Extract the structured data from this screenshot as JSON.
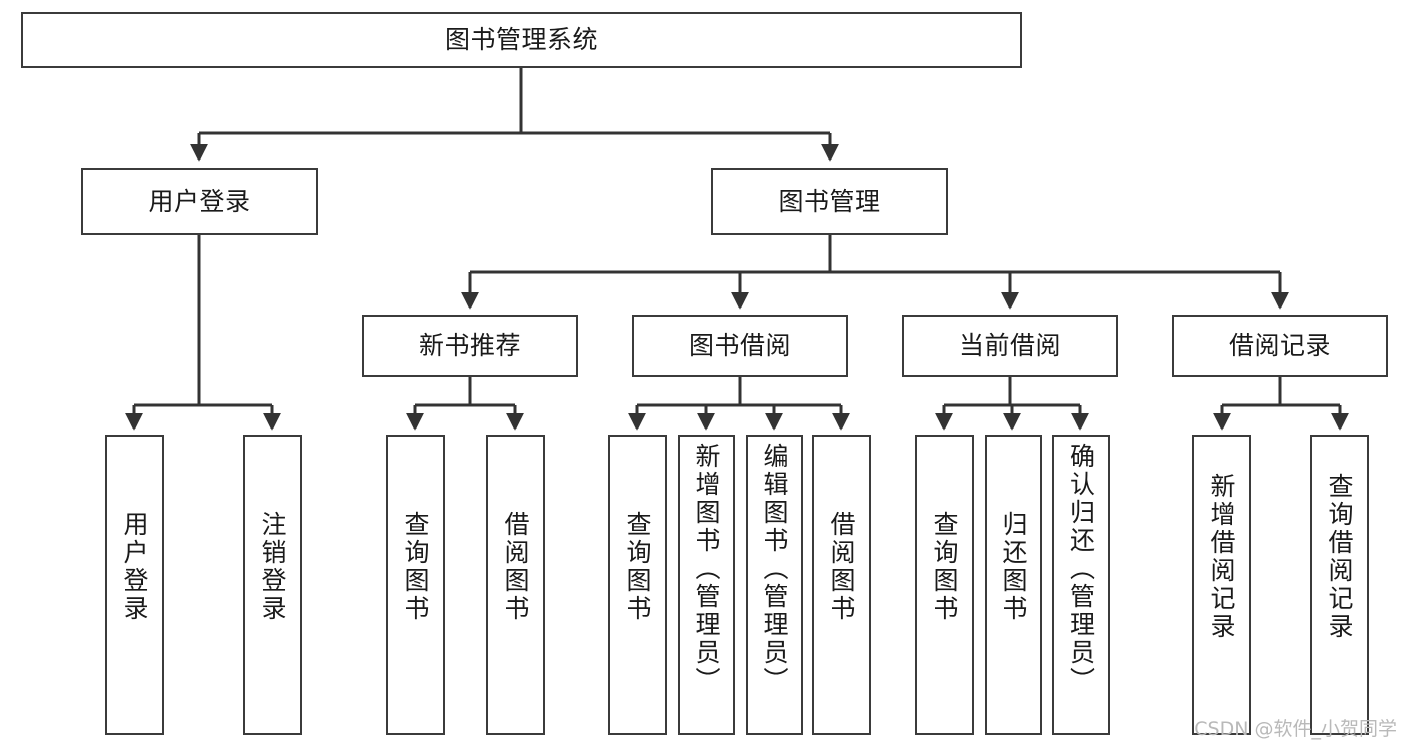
{
  "diagram": {
    "title": "图书管理系统",
    "type": "hierarchy-tree",
    "orientation": "top-down",
    "colors": {
      "box_border": "#3b3b3b",
      "box_fill": "#ffffff",
      "connector": "#333333",
      "text": "#1a1a1a",
      "watermark": "#b9b9b9",
      "canvas": "#ffffff"
    },
    "watermark": "CSDN @软件_小贺同学",
    "nodes": {
      "root": {
        "label": "图书管理系统"
      },
      "level1": [
        {
          "id": "user-login",
          "label": "用户登录"
        },
        {
          "id": "book-management",
          "label": "图书管理"
        }
      ],
      "level2": [
        {
          "id": "new-book-recommend",
          "label": "新书推荐"
        },
        {
          "id": "book-borrow",
          "label": "图书借阅"
        },
        {
          "id": "current-borrow",
          "label": "当前借阅"
        },
        {
          "id": "borrow-record",
          "label": "借阅记录"
        }
      ],
      "leaves": {
        "user_login": [
          {
            "id": "leaf-user-login",
            "label": "用户登录"
          },
          {
            "id": "leaf-logout-login",
            "label": "注销登录"
          }
        ],
        "new_book_recommend": [
          {
            "id": "leaf-query-book-1",
            "label": "查询图书"
          },
          {
            "id": "leaf-borrow-book-1",
            "label": "借阅图书"
          }
        ],
        "book_borrow": [
          {
            "id": "leaf-query-book-2",
            "label": "查询图书"
          },
          {
            "id": "leaf-add-book",
            "label": "新增图书（管理员）"
          },
          {
            "id": "leaf-edit-book",
            "label": "编辑图书（管理员）"
          },
          {
            "id": "leaf-borrow-book-2",
            "label": "借阅图书"
          }
        ],
        "current_borrow": [
          {
            "id": "leaf-query-book-3",
            "label": "查询图书"
          },
          {
            "id": "leaf-return-book",
            "label": "归还图书"
          },
          {
            "id": "leaf-confirm-return",
            "label": "确认归还（管理员）"
          }
        ],
        "borrow_record": [
          {
            "id": "leaf-add-record",
            "label": "新增借阅记录"
          },
          {
            "id": "leaf-query-record",
            "label": "查询借阅记录"
          }
        ]
      }
    }
  }
}
